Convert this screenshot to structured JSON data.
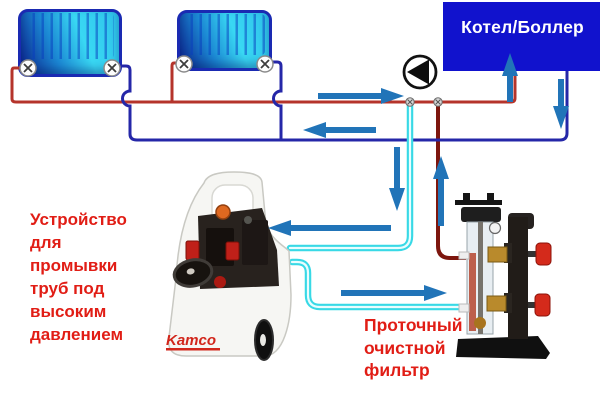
{
  "colors": {
    "pipe_red": "#b5342b",
    "pipe_blue": "#2527a8",
    "pipe_dark_red": "#7d160e",
    "hose": "#38d9e6",
    "hose_core": "#e9fdff",
    "arrow": "#2174b8",
    "boiler_bg": "#1112cd",
    "boiler_text": "#ffffff",
    "caption": "#e11d15",
    "logo_red": "#d2261b",
    "radiator_border": "#1a2ab2",
    "radiator_dark": "#0a1e88",
    "radiator_mid": "#1b87d3",
    "radiator_bright": "#39d8f3",
    "machine": "#f6f6f3",
    "machine_outline": "#c9c9c3"
  },
  "boiler": {
    "label": "Котел/Боллер"
  },
  "machine": {
    "logo": "Kamco"
  },
  "captions": {
    "left": {
      "lines": [
        "Устройство",
        "для",
        "промывки",
        "труб под",
        "высоким",
        "давлением"
      ]
    },
    "filter": {
      "lines": [
        "Проточный",
        "очистной",
        "фильтр"
      ]
    }
  },
  "icons": {
    "pump": "triangle-left-in-circle",
    "radiator_valve": "circle-x",
    "pipe_node": "circle-x-small",
    "flow_arrow": "solid-block-arrow"
  },
  "flows": [
    {
      "name": "supply-toward-junction",
      "direction": "right"
    },
    {
      "name": "return-toward-radiators",
      "direction": "left"
    },
    {
      "name": "into-boiler",
      "direction": "up"
    },
    {
      "name": "out-of-boiler",
      "direction": "down"
    },
    {
      "name": "junction-down-to-machine",
      "direction": "down"
    },
    {
      "name": "filter-up-to-junction",
      "direction": "up"
    },
    {
      "name": "hose-into-machine",
      "direction": "left"
    },
    {
      "name": "machine-to-filter",
      "direction": "right"
    }
  ]
}
